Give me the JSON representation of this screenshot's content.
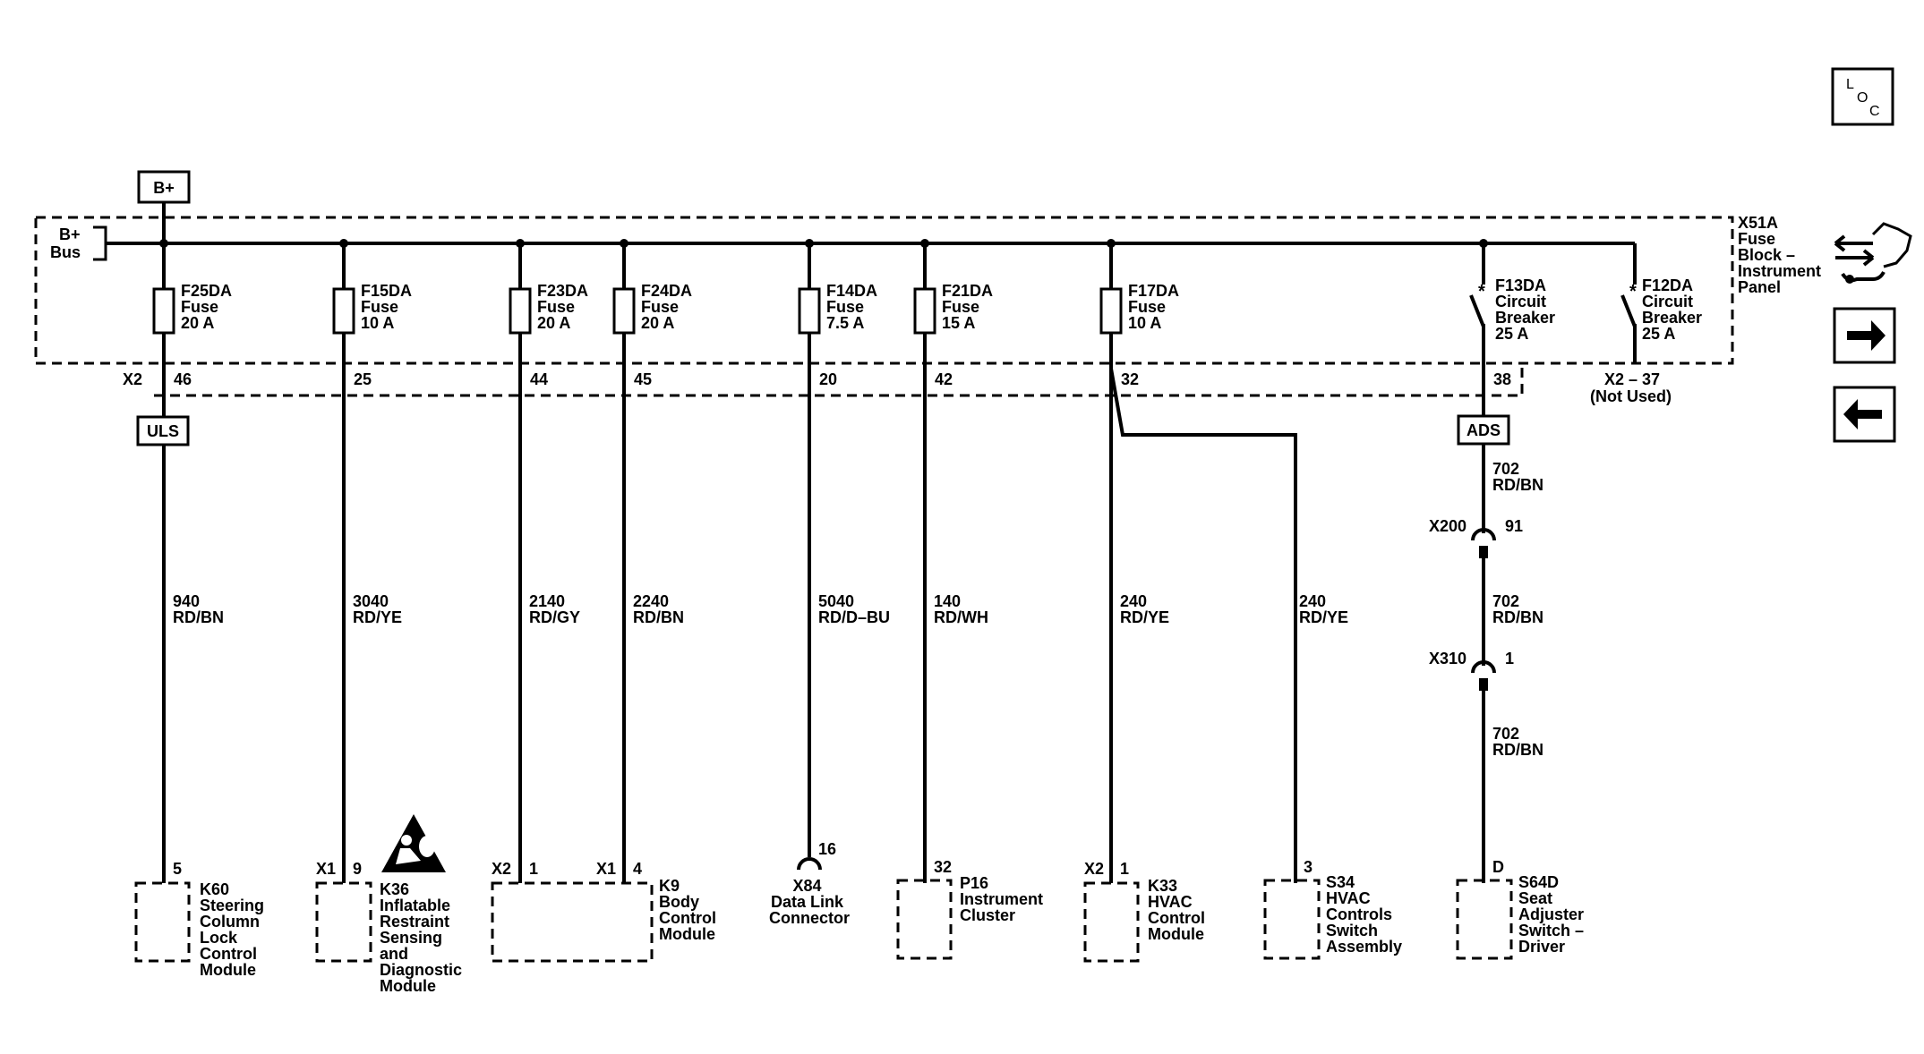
{
  "power": {
    "label": "B+"
  },
  "bus": {
    "label_line1": "B+",
    "label_line2": "Bus"
  },
  "fuse_block": {
    "connector_x2": "X2",
    "label": [
      "X51A",
      "Fuse",
      "Block –",
      "Instrument",
      "Panel"
    ],
    "not_used": [
      "X2 – 37",
      "(Not Used)"
    ]
  },
  "splices": {
    "uls": "ULS",
    "ads": "ADS"
  },
  "fuses": [
    {
      "name": "F25DA",
      "type": "Fuse",
      "rating": "20 A",
      "pin": "46"
    },
    {
      "name": "F15DA",
      "type": "Fuse",
      "rating": "10 A",
      "pin": "25"
    },
    {
      "name": "F23DA",
      "type": "Fuse",
      "rating": "20 A",
      "pin": "44"
    },
    {
      "name": "F24DA",
      "type": "Fuse",
      "rating": "20 A",
      "pin": "45"
    },
    {
      "name": "F14DA",
      "type": "Fuse",
      "rating": "7.5 A",
      "pin": "20"
    },
    {
      "name": "F21DA",
      "type": "Fuse",
      "rating": "15 A",
      "pin": "42"
    },
    {
      "name": "F17DA",
      "type": "Fuse",
      "rating": "10 A",
      "pin": "32"
    }
  ],
  "breakers": [
    {
      "name": "F13DA",
      "line2": "Circuit",
      "line3": "Breaker",
      "rating": "25 A",
      "pin": "38"
    },
    {
      "name": "F12DA",
      "line2": "Circuit",
      "line3": "Breaker",
      "rating": "25 A"
    }
  ],
  "circuits": [
    {
      "num": "940",
      "color": "RD/BN"
    },
    {
      "num": "3040",
      "color": "RD/YE"
    },
    {
      "num": "2140",
      "color": "RD/GY"
    },
    {
      "num": "2240",
      "color": "RD/BN"
    },
    {
      "num": "5040",
      "color": "RD/D–BU"
    },
    {
      "num": "140",
      "color": "RD/WH"
    },
    {
      "num": "240",
      "color": "RD/YE"
    },
    {
      "num": "240",
      "color": "RD/YE"
    },
    {
      "num": "702",
      "color": "RD/BN"
    },
    {
      "num": "702",
      "color": "RD/BN"
    },
    {
      "num": "702",
      "color": "RD/BN"
    }
  ],
  "inline_connectors": [
    {
      "name": "X200",
      "pin": "91"
    },
    {
      "name": "X310",
      "pin": "1"
    }
  ],
  "components": [
    {
      "pin": "5",
      "conn": "",
      "lines": [
        "K60",
        "Steering",
        "Column",
        "Lock",
        "Control",
        "Module"
      ]
    },
    {
      "pin": "9",
      "conn": "X1",
      "lines": [
        "K36",
        "Inflatable",
        "Restraint",
        "Sensing",
        "and",
        "Diagnostic",
        "Module"
      ]
    },
    {
      "pin": "1",
      "conn": "X2",
      "pin2": "4",
      "conn2": "X1",
      "lines": [
        "K9",
        "Body",
        "Control",
        "Module"
      ]
    },
    {
      "pin": "16",
      "conn": "",
      "lines": [
        "X84",
        "Data Link",
        "Connector"
      ]
    },
    {
      "pin": "32",
      "conn": "",
      "lines": [
        "P16",
        "Instrument",
        "Cluster"
      ]
    },
    {
      "pin": "1",
      "conn": "X2",
      "lines": [
        "K33",
        "HVAC",
        "Control",
        "Module"
      ]
    },
    {
      "pin": "3",
      "conn": "",
      "lines": [
        "S34",
        "HVAC",
        "Controls",
        "Switch",
        "Assembly"
      ]
    },
    {
      "pin": "D",
      "conn": "",
      "lines": [
        "S64D",
        "Seat",
        "Adjuster",
        "Switch –",
        "Driver"
      ]
    }
  ],
  "nav": {
    "loc": [
      "L",
      "O",
      "C"
    ],
    "icons": [
      "connector-exchange-icon",
      "arrow-right-icon",
      "arrow-left-icon"
    ]
  }
}
